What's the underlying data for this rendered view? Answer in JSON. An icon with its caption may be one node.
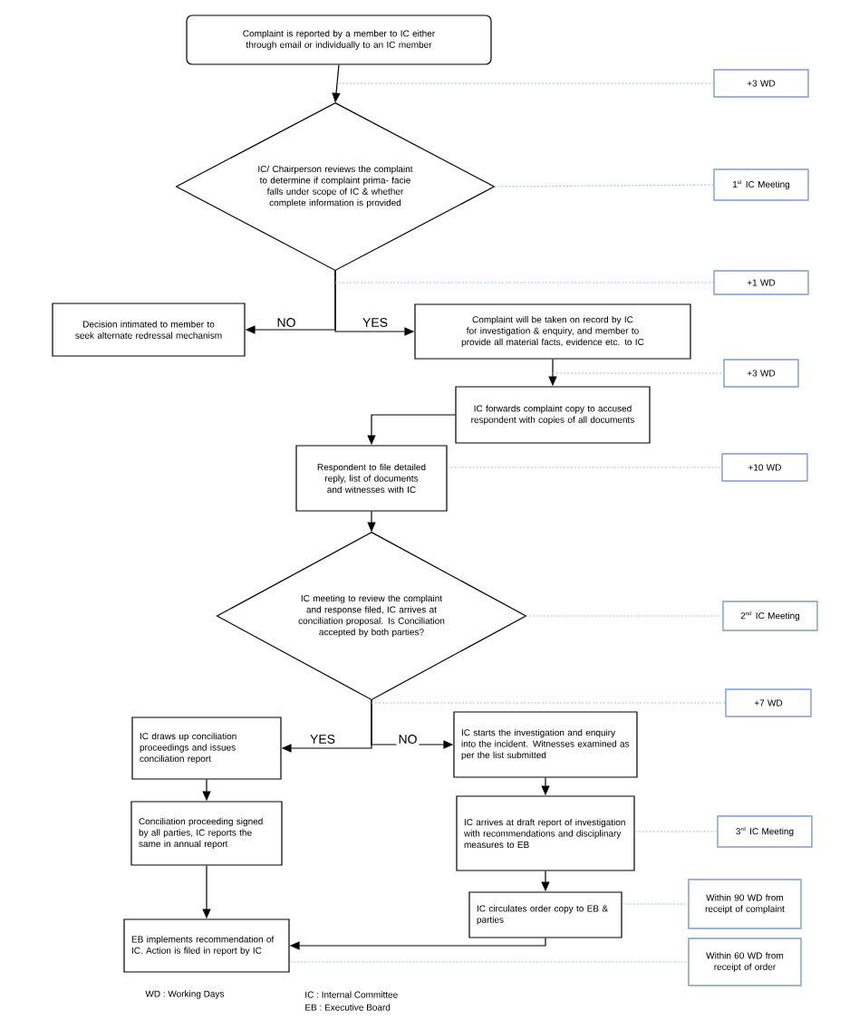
{
  "diagram": {
    "nodes": [
      {
        "text": [
          "Complaint is reported by a member to IC either through email or individually to an IC member"
        ]
      },
      {
        "text": [
          "IC/ Chairperson reviews the complaint to determine if complaint prima- facie falls under scope of IC & whether complete information is provided"
        ]
      },
      {
        "text": [
          "Decision intimated  to member to seek alternate redressal mechanism"
        ]
      },
      {
        "text": [
          "Complaint will be taken on record by IC for investigation & enquiry, and member to provide all material facts, evidence etc. to IC"
        ]
      },
      {
        "text": [
          "IC forwards complaint copy to accused respondent with copies of all documents"
        ]
      },
      {
        "text": [
          "Respondent to file detailed reply, list of documents and witnesses with IC"
        ]
      },
      {
        "text": [
          "IC meeting to review the complaint and response filed, IC arrives at conciliation proposal. Is Conciliation accepted by both parties?"
        ]
      },
      {
        "text": [
          "IC draws up conciliation proceedings and issues conciliation report"
        ]
      },
      {
        "text": [
          "IC starts the investigation and enquiry into the incident. Witnesses examined as per the list submitted"
        ]
      },
      {
        "text": [
          "Conciliation proceeding signed by all parties, IC reports the same in annual report"
        ]
      },
      {
        "text": [
          "IC arrives at draft report of investigation with recommendations and disciplinary measures to EB"
        ]
      },
      {
        "text": [
          "IC circulates order copy to EB & parties"
        ]
      },
      {
        "text": [
          "EB  implements recommendation of IC. Action is filed in report by IC"
        ]
      },
      {
        "text": [
          "+3 WD"
        ]
      },
      {
        "text": [
          "1$^{st}$ IC Meeting"
        ]
      },
      {
        "text": [
          "+1 WD"
        ]
      },
      {
        "text": [
          "+3 WD"
        ]
      },
      {
        "text": [
          "+10  WD"
        ]
      },
      {
        "text": [
          "2$^{nd}$ IC Meeting"
        ]
      },
      {
        "text": [
          "+7  WD"
        ]
      },
      {
        "text": [
          "3$^{rd}$ IC Meeting"
        ]
      },
      {
        "text": [
          "Within 90 WD from receipt of complaint"
        ]
      },
      {
        "text": [
          "Within 60 WD from receipt of order"
        ]
      }
    ],
    "edges": [
      {
        "from": 0,
        "to": 1,
        "arrow": "to"
      },
      {
        "from": 1,
        "to": 2,
        "arrow": "to",
        "label": "NO"
      },
      {
        "from": 1,
        "to": 3,
        "arrow": "to",
        "label": "YES"
      },
      {
        "from": 3,
        "to": 4,
        "arrow": "to"
      },
      {
        "from": 4,
        "to": 5,
        "arrow": "to"
      },
      {
        "from": 5,
        "to": 6,
        "arrow": "to"
      },
      {
        "from": 6,
        "to": 7,
        "arrow": "to",
        "label": "YES"
      },
      {
        "from": 6,
        "to": 8,
        "arrow": "to",
        "label": "NO"
      },
      {
        "from": 7,
        "to": 9,
        "arrow": "to"
      },
      {
        "from": 8,
        "to": 10,
        "arrow": "to"
      },
      {
        "from": 9,
        "to": 12,
        "arrow": "to"
      },
      {
        "from": 10,
        "to": 11,
        "arrow": "to"
      },
      {
        "from": 11,
        "to": 12,
        "arrow": "to"
      },
      {
        "from": 0,
        "to": 13,
        "arrow": "none",
        "style": "dashed",
        "color": "#a9bcd9"
      },
      {
        "from": 1,
        "to": 14,
        "arrow": "none",
        "style": "dashed",
        "color": "#a9bcd9"
      },
      {
        "from": 1,
        "to": 15,
        "arrow": "none",
        "style": "dashed",
        "color": "#a9bcd9"
      },
      {
        "from": 4,
        "to": 16,
        "arrow": "none",
        "style": "dashed",
        "color": "#a9bcd9"
      },
      {
        "from": 5,
        "to": 17,
        "arrow": "none",
        "style": "dashed",
        "color": "#a9bcd9"
      },
      {
        "from": 6,
        "to": 18,
        "arrow": "none",
        "style": "dashed",
        "color": "#a9bcd9"
      },
      {
        "from": 6,
        "to": 19,
        "arrow": "none",
        "style": "dashed",
        "color": "#a9bcd9"
      },
      {
        "from": 10,
        "to": 20,
        "arrow": "none",
        "style": "dashed",
        "color": "#a9bcd9"
      },
      {
        "from": 11,
        "to": 21,
        "arrow": "none",
        "style": "dashed",
        "color": "#a9bcd9"
      },
      {
        "from": 12,
        "to": 22,
        "arrow": "none",
        "style": "dashed",
        "color": "#a9bcd9"
      }
    ],
    "labels": [
      "WD : Working Days",
      "IC : Internal Committee",
      "EB : Executive Board"
    ]
  }
}
